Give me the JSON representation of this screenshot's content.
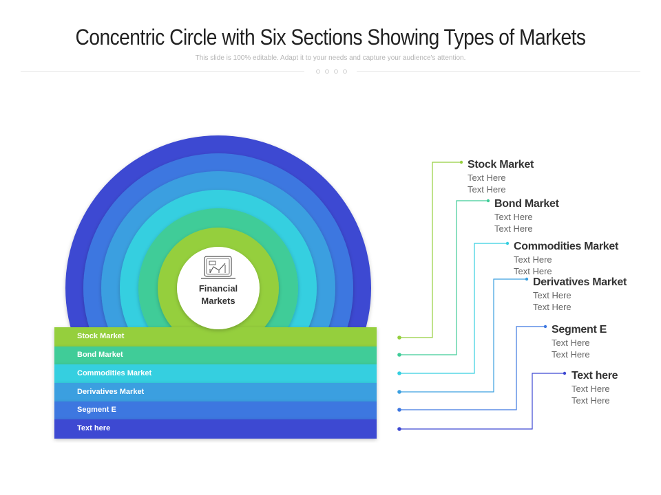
{
  "slide": {
    "title": "Concentric Circle with Six Sections Showing Types of Markets",
    "subtitle": "This slide is 100% editable. Adapt it to your needs and capture your audience's attention."
  },
  "center": {
    "label_line1": "Financial",
    "label_line2": "Markets",
    "icon": "chart-board-icon"
  },
  "sections": [
    {
      "label": "Stock Market",
      "title": "Stock Market",
      "line1": "Text Here",
      "line2": "Text Here",
      "color": "#95cf3e"
    },
    {
      "label": "Bond Market",
      "title": "Bond Market",
      "line1": "Text Here",
      "line2": "Text Here",
      "color": "#3fcc98"
    },
    {
      "label": "Commodities Market",
      "title": "Commodities Market",
      "line1": "Text Here",
      "line2": "Text Here",
      "color": "#35cfe0"
    },
    {
      "label": "Derivatives Market",
      "title": "Derivatives Market",
      "line1": "Text Here",
      "line2": "Text Here",
      "color": "#3b9fe0"
    },
    {
      "label": "Segment E",
      "title": "Segment E",
      "line1": "Text Here",
      "line2": "Text Here",
      "color": "#3d77e0"
    },
    {
      "label": "Text here",
      "title": "Text here",
      "line1": "Text Here",
      "line2": "Text Here",
      "color": "#3d48d2"
    }
  ]
}
